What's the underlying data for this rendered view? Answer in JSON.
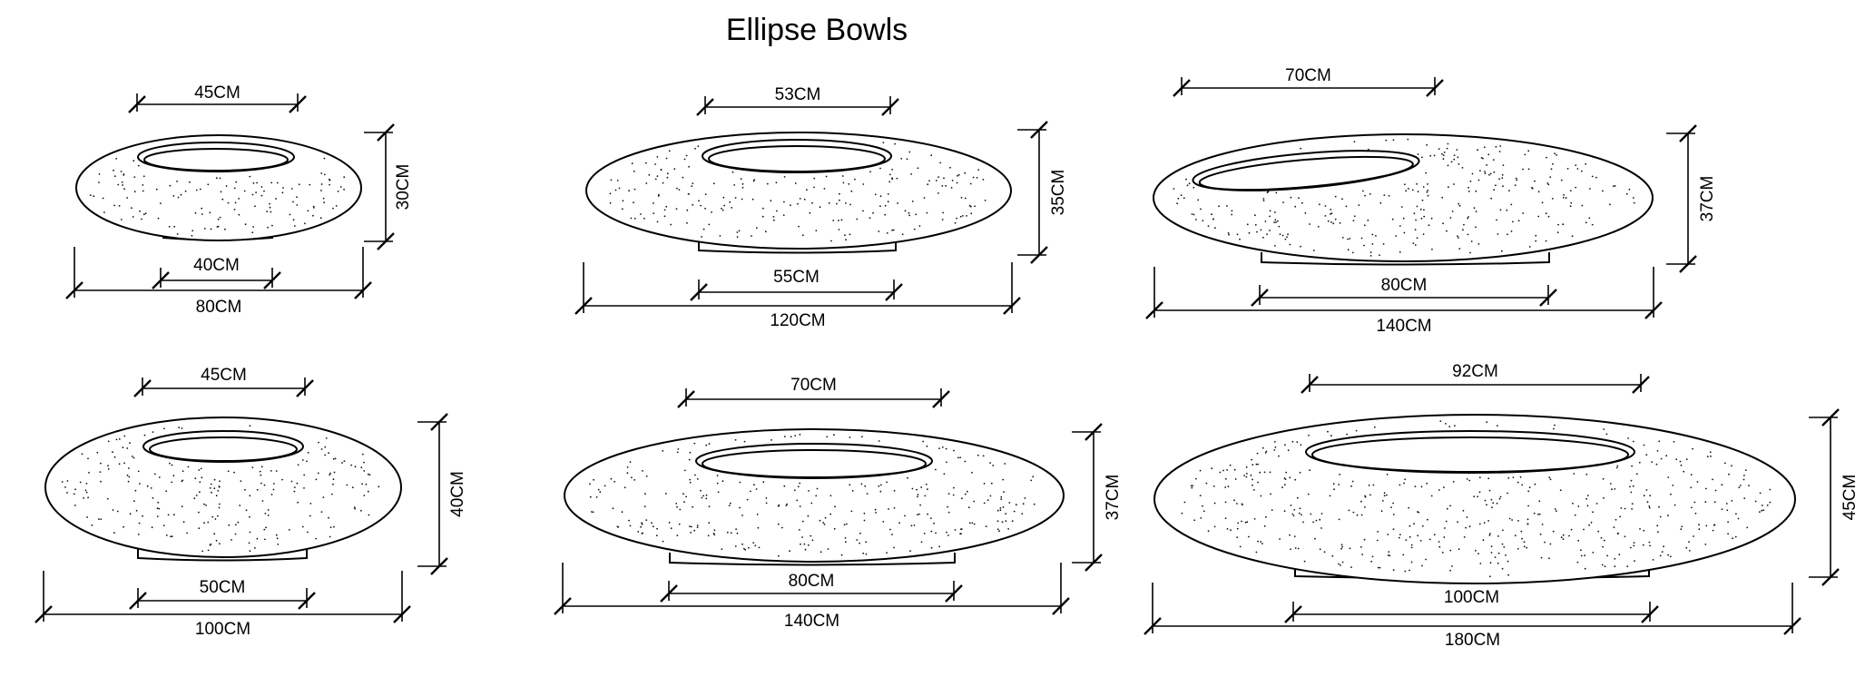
{
  "title": "Ellipse Bowls",
  "bowls": [
    {
      "id": "bowl-1",
      "top_diameter": "45CM",
      "height": "30CM",
      "base_diameter": "40CM",
      "overall_diameter": "80CM"
    },
    {
      "id": "bowl-2",
      "top_diameter": "53CM",
      "height": "35CM",
      "base_diameter": "55CM",
      "overall_diameter": "120CM"
    },
    {
      "id": "bowl-3",
      "top_diameter": "70CM",
      "height": "37CM",
      "base_diameter": "80CM",
      "overall_diameter": "140CM"
    },
    {
      "id": "bowl-4",
      "top_diameter": "45CM",
      "height": "40CM",
      "base_diameter": "50CM",
      "overall_diameter": "100CM"
    },
    {
      "id": "bowl-5",
      "top_diameter": "70CM",
      "height": "37CM",
      "base_diameter": "80CM",
      "overall_diameter": "140CM"
    },
    {
      "id": "bowl-6",
      "top_diameter": "92CM",
      "height": "45CM",
      "base_diameter": "100CM",
      "overall_diameter": "180CM"
    }
  ]
}
